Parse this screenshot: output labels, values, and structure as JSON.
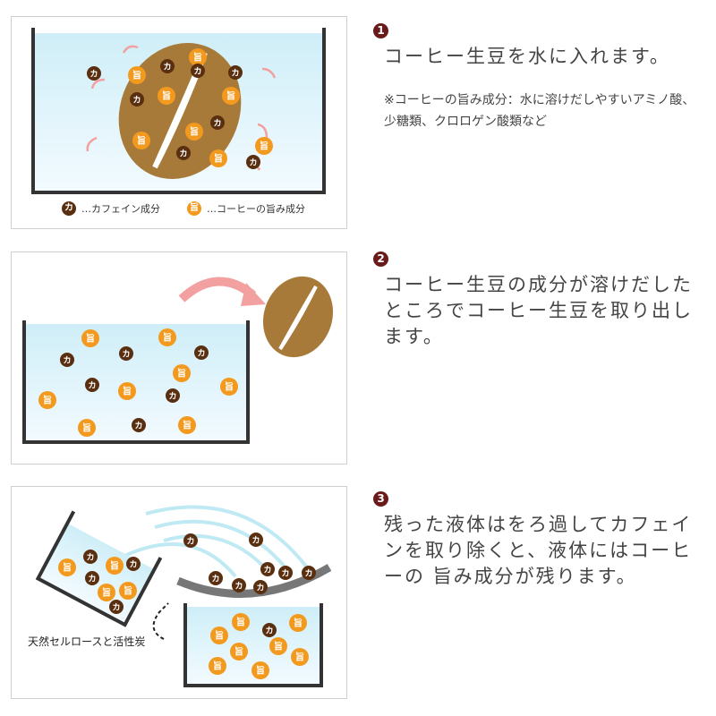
{
  "steps": [
    {
      "number": "1",
      "text": "コーヒー生豆を水に入れます。",
      "note": "※コーヒーの旨み成分：水に溶けだしやすいアミノ酸、少糖類、クロロゲン酸類など"
    },
    {
      "number": "2",
      "text": "コーヒー生豆の成分が溶けだしたところでコーヒー生豆を取り出します。"
    },
    {
      "number": "3",
      "text": "残った液体はをろ過してカフェインを取り除くと、液体にはコーヒーの 旨み成分が残ります。"
    }
  ],
  "legend": {
    "caffeine_symbol": "カ",
    "caffeine_label": "…カフェイン成分",
    "umami_symbol": "旨",
    "umami_label": "…コーヒーの旨み成分"
  },
  "panel3": {
    "filter_label": "天然セルロースと活性炭"
  },
  "colors": {
    "caffeine": "#5a2f10",
    "umami": "#f39a1e",
    "bean": "#a87a3a",
    "water": "#dff3fa",
    "arrow": "#f2a0a0",
    "step_badge": "#6b1a1a"
  }
}
